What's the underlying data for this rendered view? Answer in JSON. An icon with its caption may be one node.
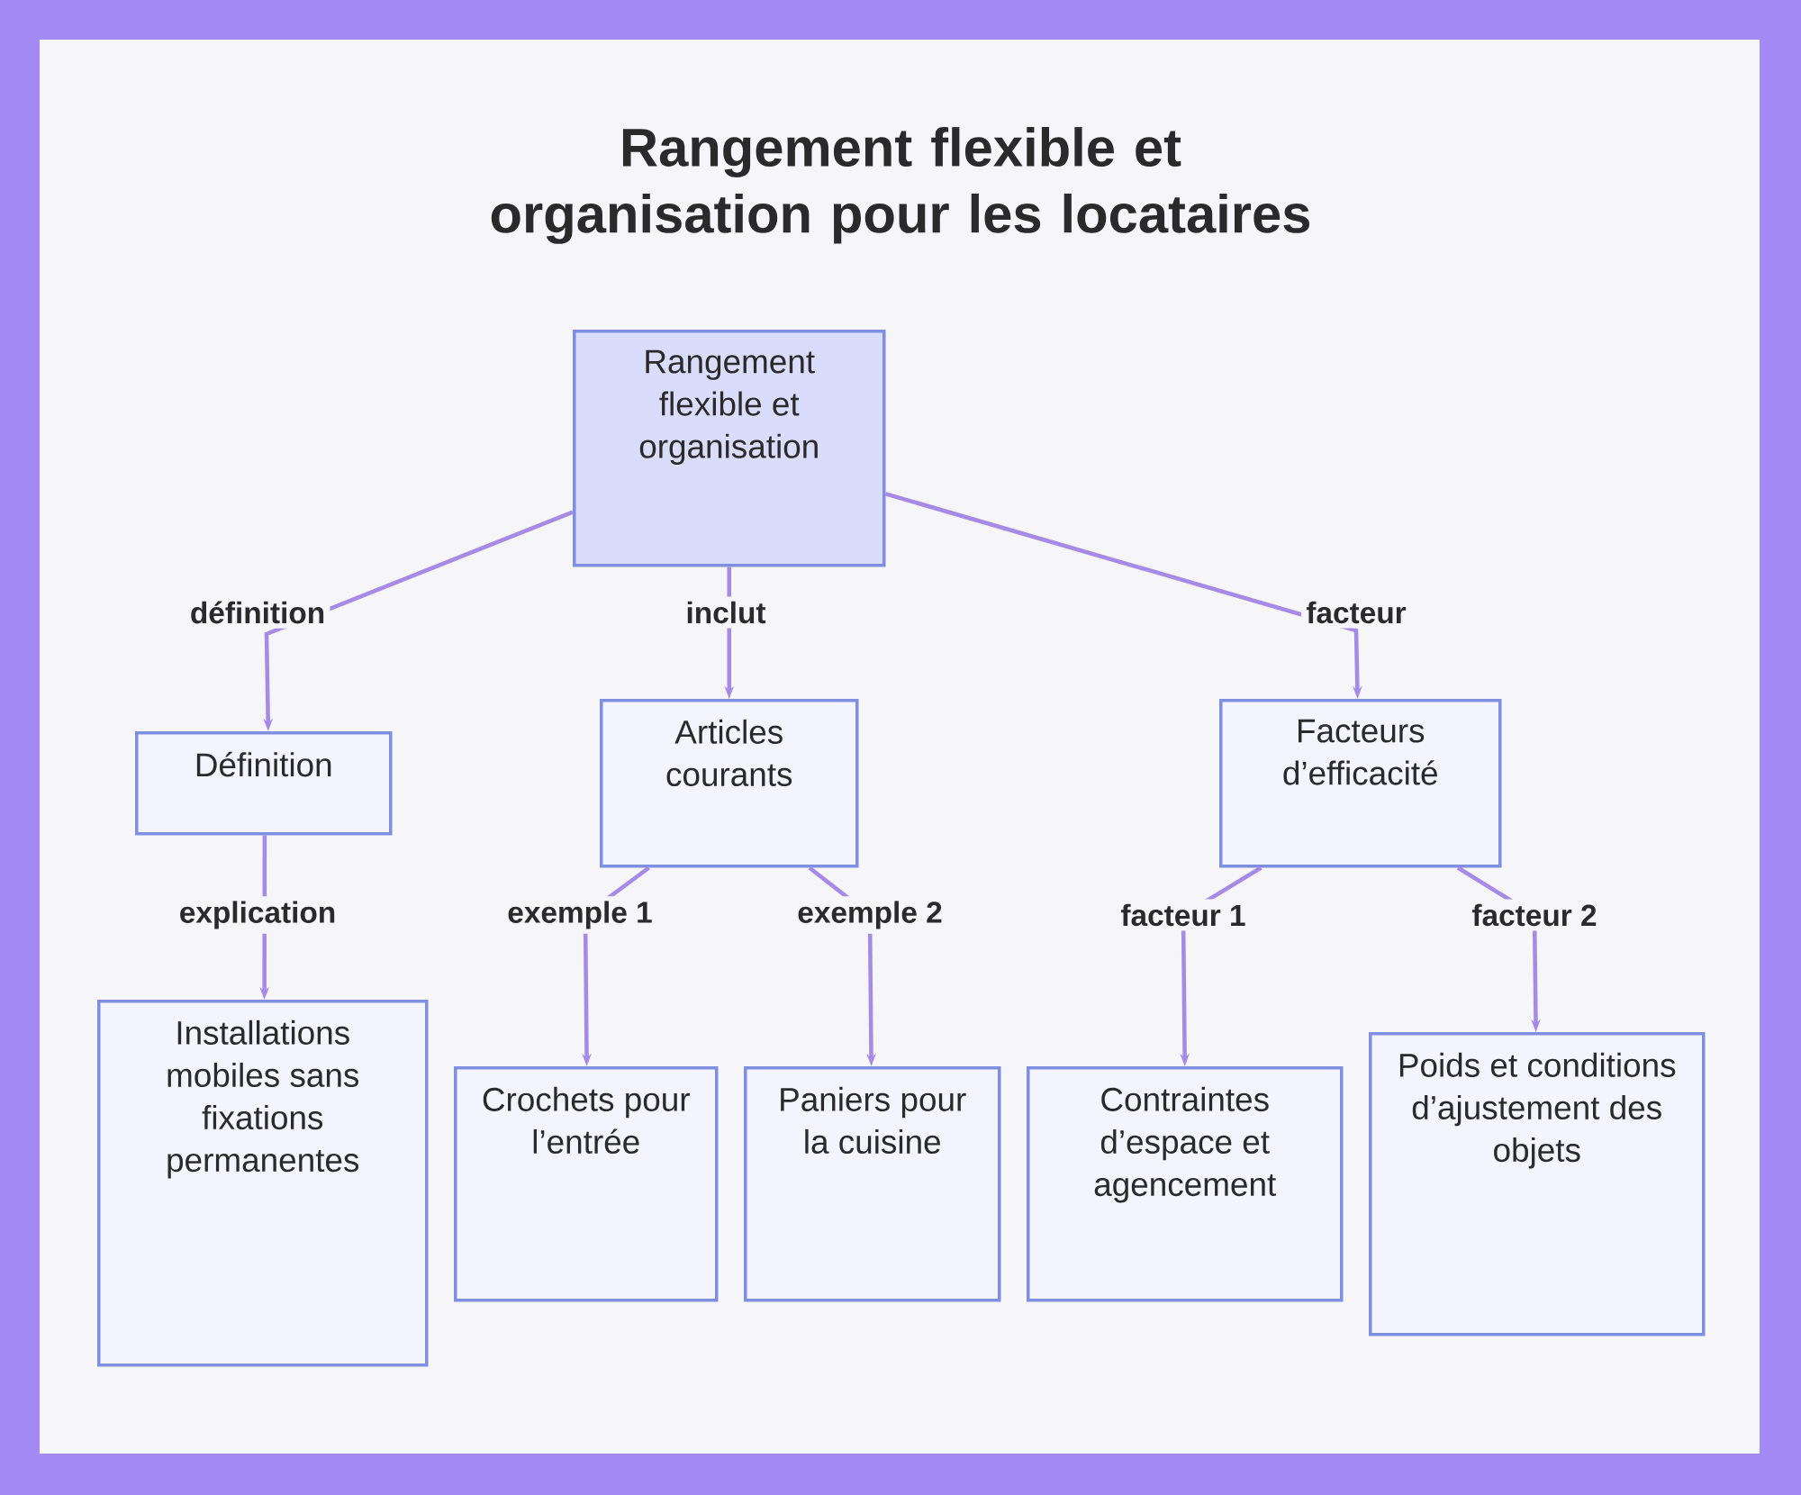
{
  "diagram": {
    "title": "Rangement flexible et organisation pour les locataires",
    "nodes": [
      {
        "text": [
          "Rangement flexible et organisation"
        ]
      },
      {
        "text": [
          "Définition"
        ]
      },
      {
        "text": [
          "Articles courants"
        ]
      },
      {
        "text": [
          "Facteurs d’efficacité"
        ]
      },
      {
        "text": [
          "Installations mobiles sans fixations permanentes"
        ]
      },
      {
        "text": [
          "Crochets pour l’entrée"
        ]
      },
      {
        "text": [
          "Paniers pour la cuisine"
        ]
      },
      {
        "text": [
          "Contraintes d’espace et agencement"
        ]
      },
      {
        "text": [
          "Poids et conditions d’ajustement des objets"
        ]
      }
    ],
    "edges": [
      {
        "from": 0,
        "to": 1,
        "arrow": "to",
        "label": "définition"
      },
      {
        "from": 0,
        "to": 2,
        "arrow": "to",
        "label": "inclut"
      },
      {
        "from": 0,
        "to": 3,
        "arrow": "to",
        "label": "facteur"
      },
      {
        "from": 1,
        "to": 4,
        "arrow": "to",
        "label": "explication"
      },
      {
        "from": 2,
        "to": 5,
        "arrow": "to",
        "label": "exemple 1"
      },
      {
        "from": 2,
        "to": 6,
        "arrow": "to",
        "label": "exemple 2"
      },
      {
        "from": 3,
        "to": 7,
        "arrow": "to",
        "label": "facteur 1"
      },
      {
        "from": 3,
        "to": 8,
        "arrow": "to",
        "label": "facteur 2"
      }
    ]
  }
}
